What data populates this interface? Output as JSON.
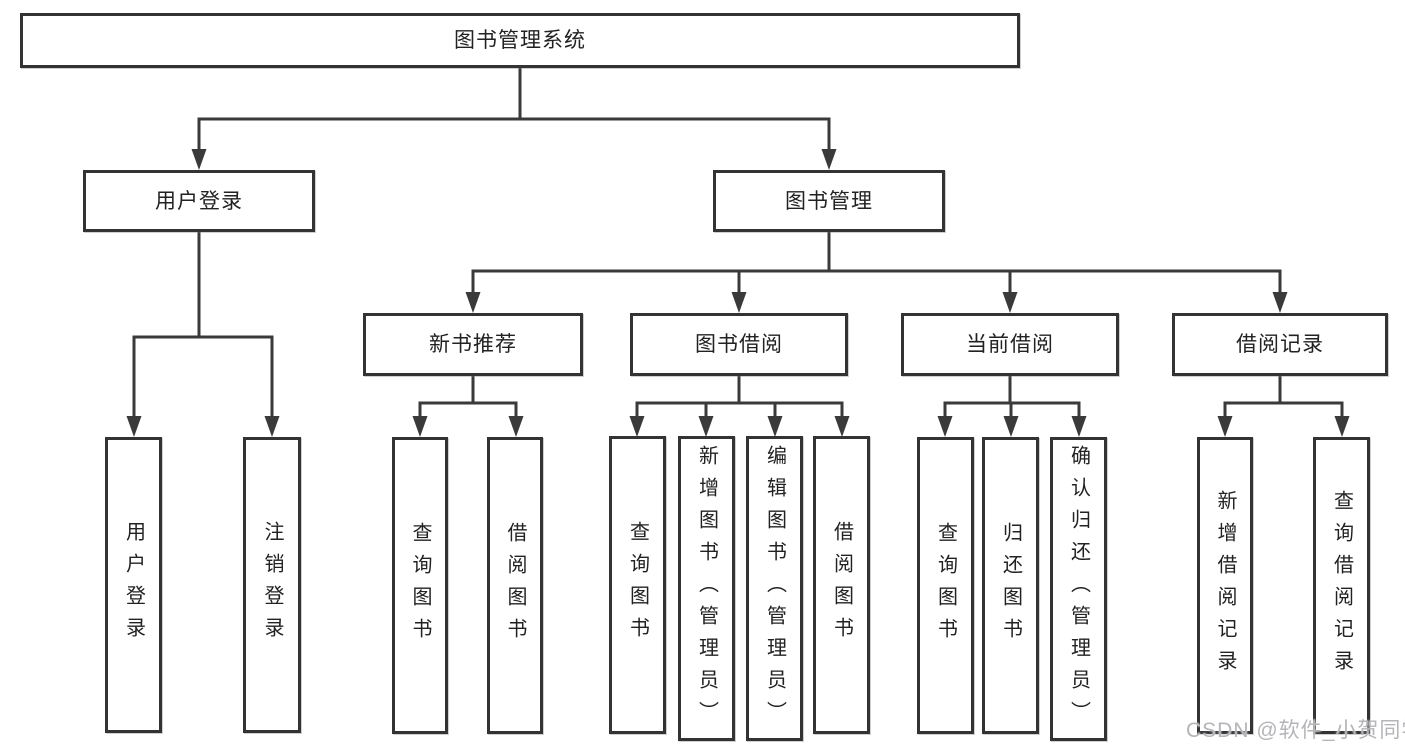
{
  "diagram_title": "图书管理系统",
  "tree": {
    "label": "图书管理系统",
    "children": [
      {
        "label": "用户登录",
        "children": [
          {
            "label": "用户登录"
          },
          {
            "label": "注销登录"
          }
        ]
      },
      {
        "label": "图书管理",
        "children": [
          {
            "label": "新书推荐",
            "children": [
              {
                "label": "查询图书"
              },
              {
                "label": "借阅图书"
              }
            ]
          },
          {
            "label": "图书借阅",
            "children": [
              {
                "label": "查询图书"
              },
              {
                "label": "新增图书（管理员）"
              },
              {
                "label": "编辑图书（管理员）"
              },
              {
                "label": "借阅图书"
              }
            ]
          },
          {
            "label": "当前借阅",
            "children": [
              {
                "label": "查询图书"
              },
              {
                "label": "归还图书"
              },
              {
                "label": "确认归还（管理员）"
              }
            ]
          },
          {
            "label": "借阅记录",
            "children": [
              {
                "label": "新增借阅记录"
              },
              {
                "label": "查询借阅记录"
              }
            ]
          }
        ]
      }
    ]
  },
  "watermark": "CSDN @软件_小贺同学",
  "colors": {
    "line": "#3a3a3a",
    "box_border": "#333333",
    "text": "#222222",
    "watermark": "#b5b5b9",
    "background": "#ffffff"
  }
}
